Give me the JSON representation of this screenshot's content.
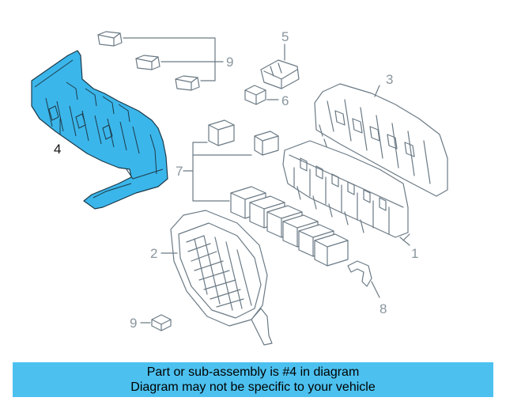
{
  "diagram": {
    "callouts": {
      "c1": "1",
      "c2": "2",
      "c3": "3",
      "c4": "4",
      "c5": "5",
      "c6": "6",
      "c7": "7",
      "c8": "8",
      "c9_top": "9",
      "c9_bottom": "9"
    },
    "highlight_part": "4",
    "highlight_color": "#3bb6ea",
    "line_color": "#6b7a85"
  },
  "banner": {
    "line1": "Part or sub-assembly is #4 in diagram",
    "line2": "Diagram may not be specific to your vehicle",
    "color": "#4cc1f0"
  }
}
